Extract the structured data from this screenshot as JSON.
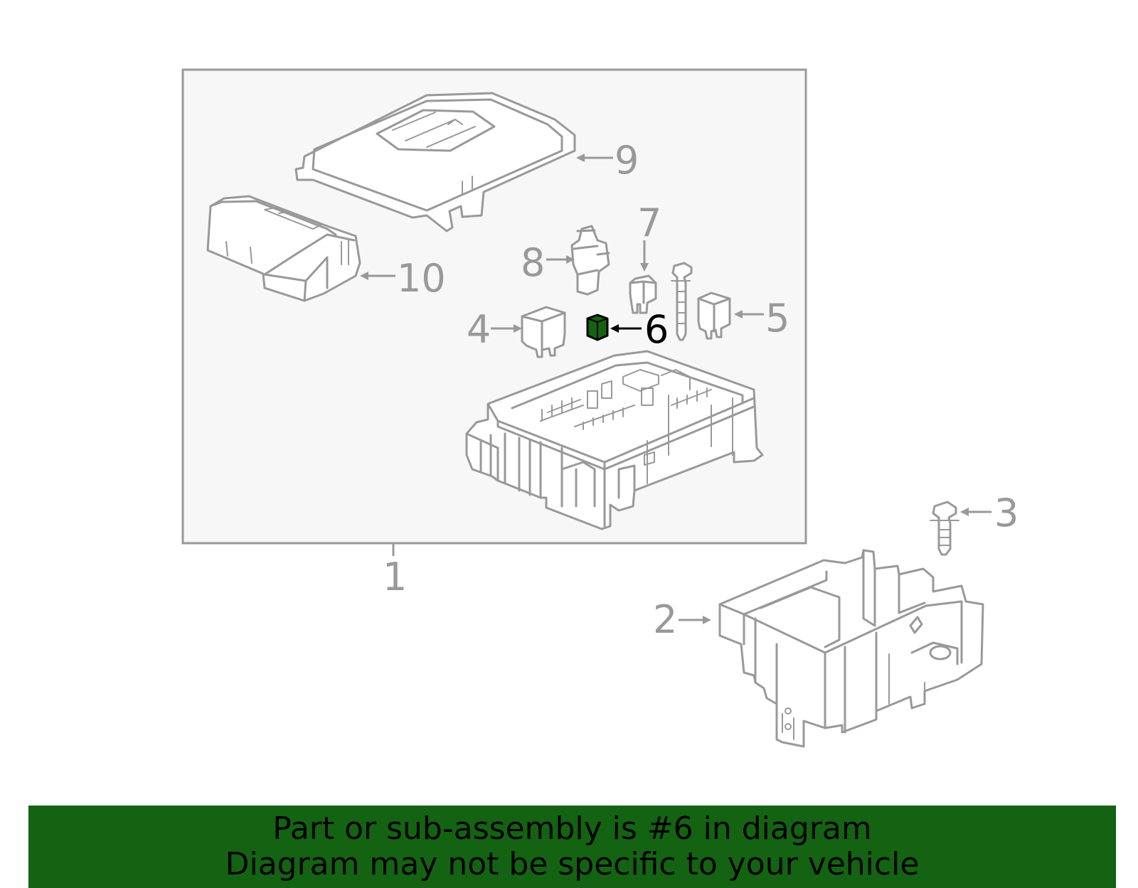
{
  "diagram": {
    "callouts": {
      "c1": "1",
      "c2": "2",
      "c3": "3",
      "c4": "4",
      "c5": "5",
      "c6": "6",
      "c7": "7",
      "c8": "8",
      "c9": "9",
      "c10": "10"
    },
    "highlighted_part": "6",
    "colors": {
      "line": "#999999",
      "highlight": "#136312",
      "panel": "#f7f7f7",
      "active_label": "#000000"
    }
  },
  "banner": {
    "line1": "Part or sub-assembly is #6 in diagram",
    "line2": "Diagram may not be specific to your vehicle",
    "background": "#136312"
  }
}
